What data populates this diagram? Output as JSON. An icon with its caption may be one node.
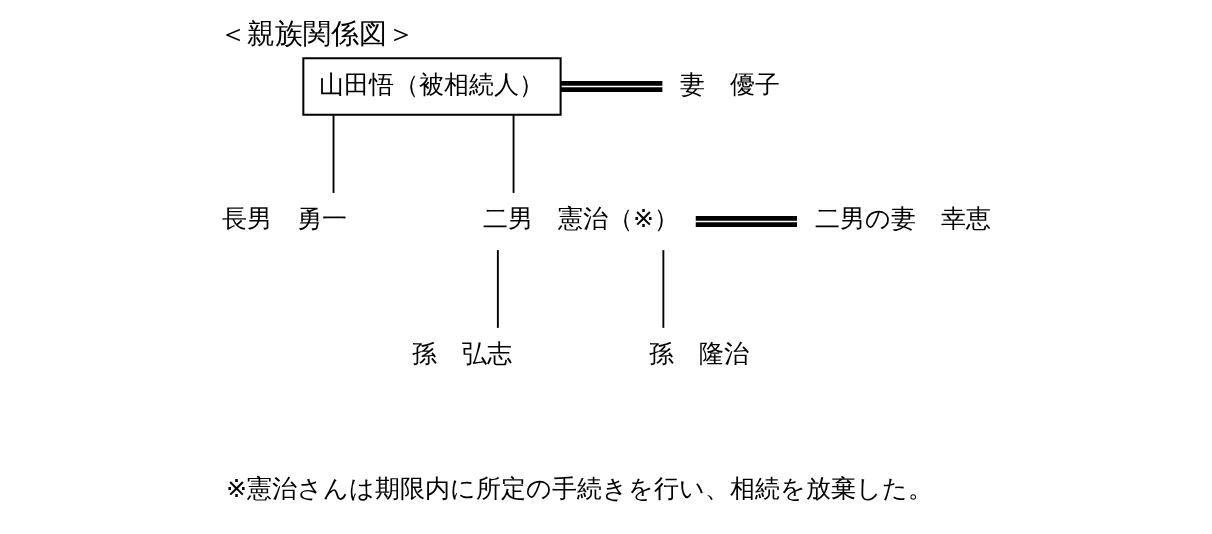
{
  "diagram": {
    "title": "＜親族関係図＞",
    "caption": "※憲治さんは期限内に所定の手続きを行い、相続を放棄した。",
    "nodes": [
      {
        "text": [
          "山田悟（被相続人）"
        ]
      },
      {
        "text": [
          "妻　優子"
        ]
      },
      {
        "text": [
          "長男　勇一"
        ]
      },
      {
        "text": [
          "二男　憲治（※）"
        ]
      },
      {
        "text": [
          "二男の妻　幸恵"
        ]
      },
      {
        "text": [
          "孫　弘志"
        ]
      },
      {
        "text": [
          "孫　隆治"
        ]
      }
    ],
    "edges": [
      {
        "from": 0,
        "to": 1,
        "arrow": "none",
        "style": "thick"
      },
      {
        "from": 0,
        "to": 2,
        "arrow": "none"
      },
      {
        "from": 0,
        "to": 3,
        "arrow": "none"
      },
      {
        "from": 3,
        "to": 4,
        "arrow": "none",
        "style": "thick"
      },
      {
        "from": 3,
        "to": 5,
        "arrow": "none"
      },
      {
        "from": 3,
        "to": 6,
        "arrow": "none"
      }
    ]
  }
}
